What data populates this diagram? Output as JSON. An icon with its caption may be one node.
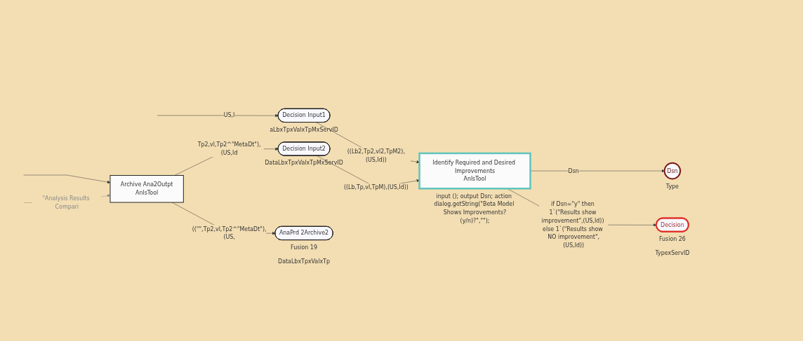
{
  "diagram": {
    "nodes": [
      {
        "text": [
          "Decision Input1"
        ],
        "beside": [
          "aLbxTpxValxTpMxServID"
        ]
      },
      {
        "text": [
          "Decision Input2"
        ],
        "beside": [
          "DataLbxTpxValxTpMxServID"
        ]
      },
      {
        "text": [
          "Archive Ana2Outpt",
          "AnlsTool"
        ]
      },
      {
        "text": [
          "Identify Required and Desired Improvements",
          "AnlsTool"
        ],
        "beside": [
          "input (); output Dsn; action dialog.getString(\"Beta Model Shows Improvements?(y/n)?\",\"\");"
        ]
      },
      {
        "text": [
          "Dsn"
        ],
        "beside": [
          "Type"
        ]
      },
      {
        "text": [
          "Decision"
        ],
        "beside": [
          "Fusion 26",
          "TypexServID"
        ]
      },
      {
        "text": [
          "AnaPrd 2Archive2"
        ],
        "beside": [
          "Fusion 19",
          "DataLbxTpxValxTp"
        ]
      }
    ],
    "edges": [
      {
        "from": null,
        "to": 0,
        "arrow": "to",
        "label": "US,I"
      },
      {
        "from": 0,
        "to": 3,
        "arrow": "to",
        "label": "((Lb2,Tp2,vl2,TpM2),(US,Id))"
      },
      {
        "from": 1,
        "to": 3,
        "arrow": "to",
        "label": "((Lb,Tp,vl,TpM),(US,Id))"
      },
      {
        "from": 2,
        "to": 1,
        "arrow": "to",
        "label": "Tp2,vl,Tp2^\"MetaDt\"),(US,Id"
      },
      {
        "from": null,
        "to": 2,
        "arrow": "to"
      },
      {
        "from": null,
        "to": 2,
        "arrow": "to",
        "label": "\"Analysis Results Compari",
        "color": "#888888"
      },
      {
        "from": 2,
        "to": 6,
        "arrow": "to",
        "label": "((\"\",Tp2,vl,Tp2^\"MetaDt\"),(US,"
      },
      {
        "from": 3,
        "to": 4,
        "arrow": "to",
        "label": "Dsn"
      },
      {
        "from": 3,
        "to": 5,
        "arrow": "to",
        "label": "if Dsn=\"y\" then 1`(\"Results show improvement\",(US,Id)) else 1`(\"Results show NO improvement\",(US,Id))"
      }
    ]
  }
}
